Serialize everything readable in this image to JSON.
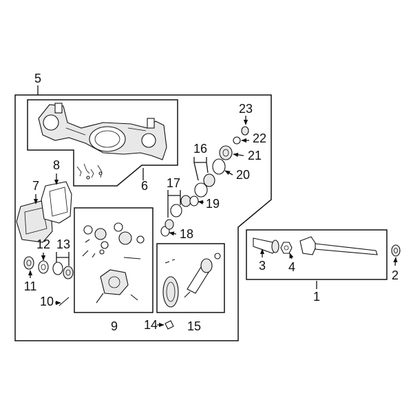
{
  "callouts": {
    "c1": "1",
    "c2": "2",
    "c3": "3",
    "c4": "4",
    "c5": "5",
    "c6": "6",
    "c7": "7",
    "c8": "8",
    "c9": "9",
    "c10": "10",
    "c11": "11",
    "c12": "12",
    "c13": "13",
    "c14": "14",
    "c15": "15",
    "c16": "16",
    "c17": "17",
    "c18": "18",
    "c19": "19",
    "c20": "20",
    "c21": "21",
    "c22": "22",
    "c23": "23"
  },
  "colors": {
    "line": "#111111",
    "background": "#ffffff",
    "shade": "#e8e8e8"
  }
}
